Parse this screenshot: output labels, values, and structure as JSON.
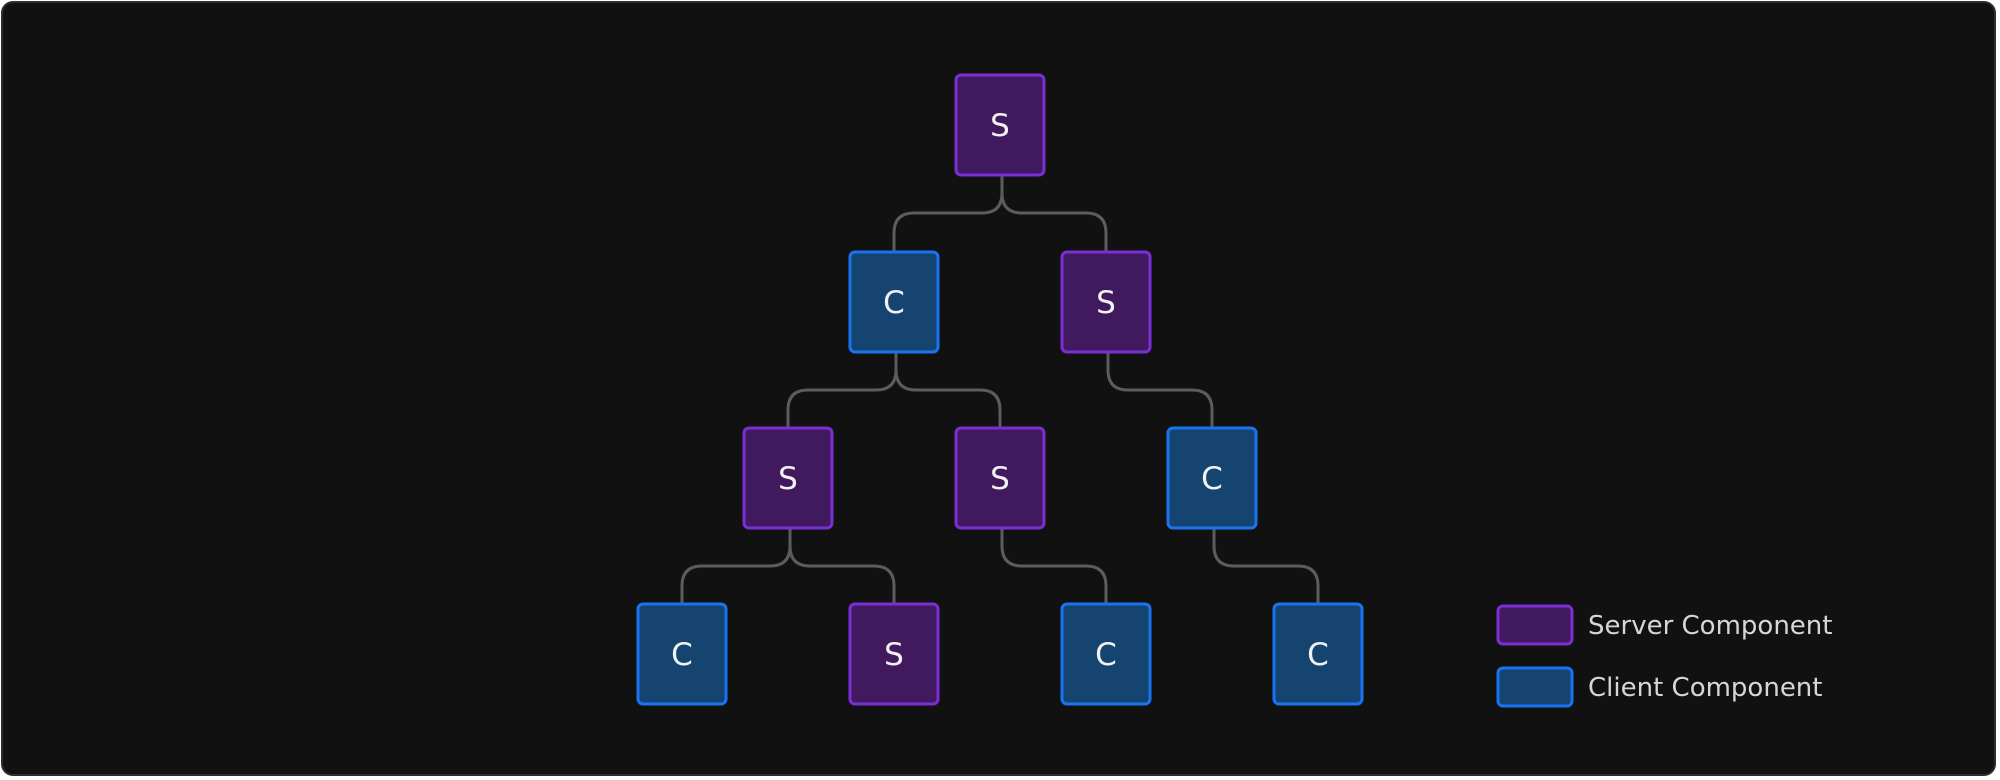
{
  "colors": {
    "background": "#111112",
    "frame_border": "#2e2e30",
    "edge": "#5c5c5f",
    "server_fill": "#41195f",
    "server_stroke": "#7a2fd6",
    "client_fill": "#164471",
    "client_stroke": "#1a73f0",
    "node_text": "#f2f2f2",
    "legend_text": "#d6d6d6"
  },
  "tree": {
    "nodes": [
      {
        "id": "n0",
        "kind": "server",
        "label": "S",
        "parent": null
      },
      {
        "id": "n1",
        "kind": "client",
        "label": "C",
        "parent": "n0"
      },
      {
        "id": "n2",
        "kind": "server",
        "label": "S",
        "parent": "n0"
      },
      {
        "id": "n3",
        "kind": "server",
        "label": "S",
        "parent": "n1"
      },
      {
        "id": "n4",
        "kind": "server",
        "label": "S",
        "parent": "n1"
      },
      {
        "id": "n5",
        "kind": "client",
        "label": "C",
        "parent": "n2"
      },
      {
        "id": "n6",
        "kind": "client",
        "label": "C",
        "parent": "n3"
      },
      {
        "id": "n7",
        "kind": "server",
        "label": "S",
        "parent": "n3"
      },
      {
        "id": "n8",
        "kind": "client",
        "label": "C",
        "parent": "n4"
      },
      {
        "id": "n9",
        "kind": "client",
        "label": "C",
        "parent": "n5"
      }
    ]
  },
  "legend": {
    "items": [
      {
        "kind": "server",
        "label": "Server Component"
      },
      {
        "kind": "client",
        "label": "Client Component"
      }
    ]
  }
}
